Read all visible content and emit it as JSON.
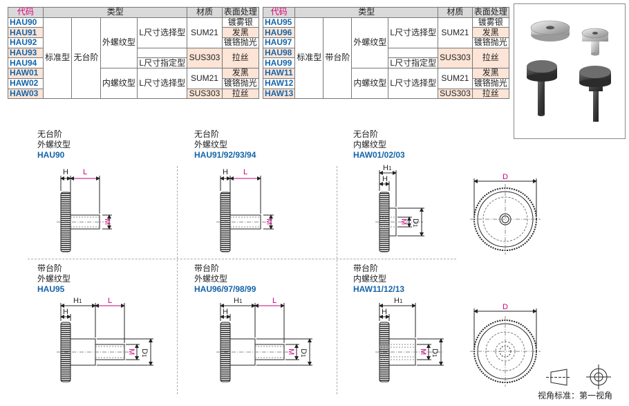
{
  "table1": {
    "headers": [
      "代码",
      "类型",
      "材质",
      "表面处理"
    ],
    "codes": [
      "HAU90",
      "HAU91",
      "HAU92",
      "HAU93",
      "HAU94",
      "HAW01",
      "HAW02",
      "HAW03"
    ],
    "type_main": "标准型",
    "step": "无台阶",
    "thread_outer": "外螺纹型",
    "thread_inner": "内螺纹型",
    "l_select": "L尺寸选择型",
    "l_fixed": "L尺寸指定型",
    "mat_sum21": "SUM21",
    "mat_sus303": "SUS303",
    "finish": [
      "镀雾银",
      "发黑",
      "镀铬抛光",
      "拉丝",
      "发黑",
      "镀铬抛光",
      "拉丝"
    ]
  },
  "table2": {
    "headers": [
      "代码",
      "类型",
      "材质",
      "表面处理"
    ],
    "codes": [
      "HAU95",
      "HAU96",
      "HAU97",
      "HAU98",
      "HAU99",
      "HAW11",
      "HAW12",
      "HAW13"
    ],
    "type_main": "标准型",
    "step": "带台阶",
    "thread_outer": "外螺纹型",
    "thread_inner": "内螺纹型",
    "l_select": "L尺寸选择型",
    "l_fixed": "L尺寸指定型",
    "mat_sum21": "SUM21",
    "mat_sus303": "SUS303",
    "finish": [
      "镀雾银",
      "发黑",
      "镀铬抛光",
      "拉丝",
      "发黑",
      "镀铬抛光",
      "拉丝"
    ]
  },
  "drawings": [
    {
      "line1": "无台阶",
      "line2": "外螺纹型",
      "code": "HAU90"
    },
    {
      "line1": "无台阶",
      "line2": "外螺纹型",
      "code": "HAU91/92/93/94"
    },
    {
      "line1": "无台阶",
      "line2": "内螺纹型",
      "code": "HAW01/02/03"
    },
    {
      "line1": "带台阶",
      "line2": "外螺纹型",
      "code": "HAU95"
    },
    {
      "line1": "带台阶",
      "line2": "外螺纹型",
      "code": "HAU96/97/98/99"
    },
    {
      "line1": "带台阶",
      "line2": "内螺纹型",
      "code": "HAW11/12/13"
    }
  ],
  "dims": {
    "H": "H",
    "L": "L",
    "M": "M",
    "D1": "D",
    "D1_sub": "1",
    "H1_sub": "1",
    "D": "D"
  },
  "projection_label": "视角标准：第一视角",
  "colors": {
    "code_blue": "#1464a8",
    "header_pink": "#e0007a",
    "dim_magenta": "#c8007a",
    "row_shade": "#fce4d6"
  }
}
